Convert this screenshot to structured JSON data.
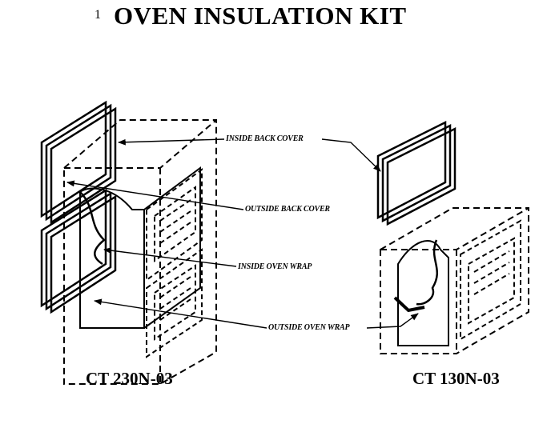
{
  "page_number": "1",
  "title": "OVEN INSULATION KIT",
  "callouts": {
    "inside_back_cover": "INSIDE BACK COVER",
    "outside_back_cover": "OUTSIDE BACK COVER",
    "inside_oven_wrap": "INSIDE OVEN WRAP",
    "outside_oven_wrap": "OUTSIDE OVEN WRAP"
  },
  "models": {
    "left": "CT 230N-03",
    "right": "CT 130N-03"
  }
}
